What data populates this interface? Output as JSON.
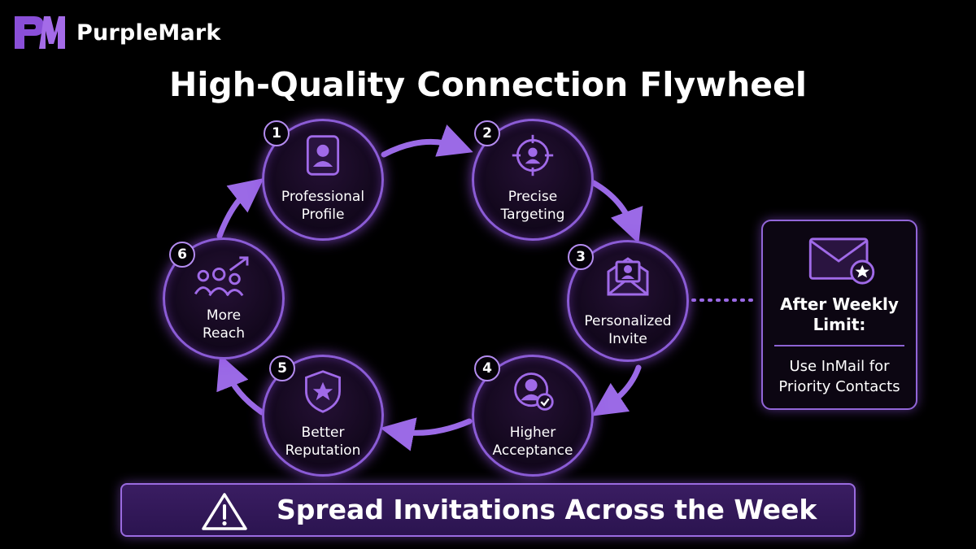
{
  "brand": {
    "name": "PurpleMark",
    "logo_text": "PM"
  },
  "title": "High-Quality Connection Flywheel",
  "steps": [
    {
      "number": "1",
      "label": "Professional\nProfile",
      "icon": "profile-card-icon"
    },
    {
      "number": "2",
      "label": "Precise\nTargeting",
      "icon": "target-icon"
    },
    {
      "number": "3",
      "label": "Personalized\nInvite",
      "icon": "envelope-invite-icon"
    },
    {
      "number": "4",
      "label": "Higher\nAcceptance",
      "icon": "user-check-icon"
    },
    {
      "number": "5",
      "label": "Better\nReputation",
      "icon": "shield-star-icon"
    },
    {
      "number": "6",
      "label": "More\nReach",
      "icon": "group-growth-icon"
    }
  ],
  "side_note": {
    "icon": "mail-star-icon",
    "title": "After Weekly\nLimit:",
    "text": "Use InMail for\nPriority Contacts"
  },
  "banner": {
    "icon": "warning-icon",
    "text": "Spread Invitations Across the Week"
  },
  "colors": {
    "accent": "#8b5cd6",
    "arrow": "#9b6ae6",
    "banner_bg": "#321858",
    "background": "#000000"
  }
}
